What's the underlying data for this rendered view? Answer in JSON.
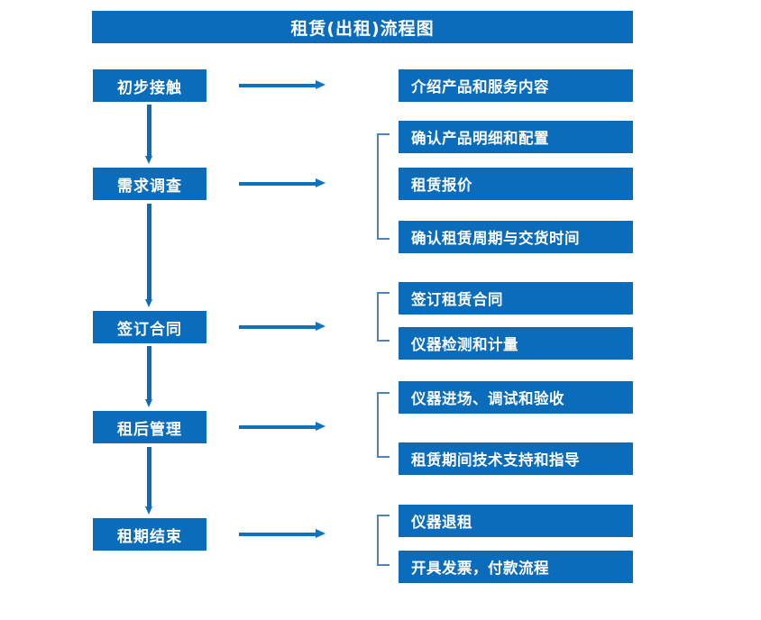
{
  "diagram": {
    "title": "租赁(出租)流程图",
    "colors": {
      "box_fill": "#0a6cba",
      "box_text": "#ffffff",
      "arrow": "#0d73bf",
      "bracket": "#5083b4",
      "background": "#ffffff"
    },
    "stages": [
      {
        "id": "stage-1",
        "label": "初步接触",
        "details": [
          "介绍产品和服务内容"
        ],
        "bracketed": false
      },
      {
        "id": "stage-2",
        "label": "需求调查",
        "details": [
          "确认产品明细和配置",
          "租赁报价",
          "确认租赁周期与交货时间"
        ],
        "bracketed": true
      },
      {
        "id": "stage-3",
        "label": "签订合同",
        "details": [
          "签订租赁合同",
          "仪器检测和计量"
        ],
        "bracketed": true
      },
      {
        "id": "stage-4",
        "label": "租后管理",
        "details": [
          "仪器进场、调试和验收",
          "租赁期间技术支持和指导"
        ],
        "bracketed": true
      },
      {
        "id": "stage-5",
        "label": "租期结束",
        "details": [
          "仪器退租",
          "开具发票，付款流程"
        ],
        "bracketed": true
      }
    ]
  }
}
